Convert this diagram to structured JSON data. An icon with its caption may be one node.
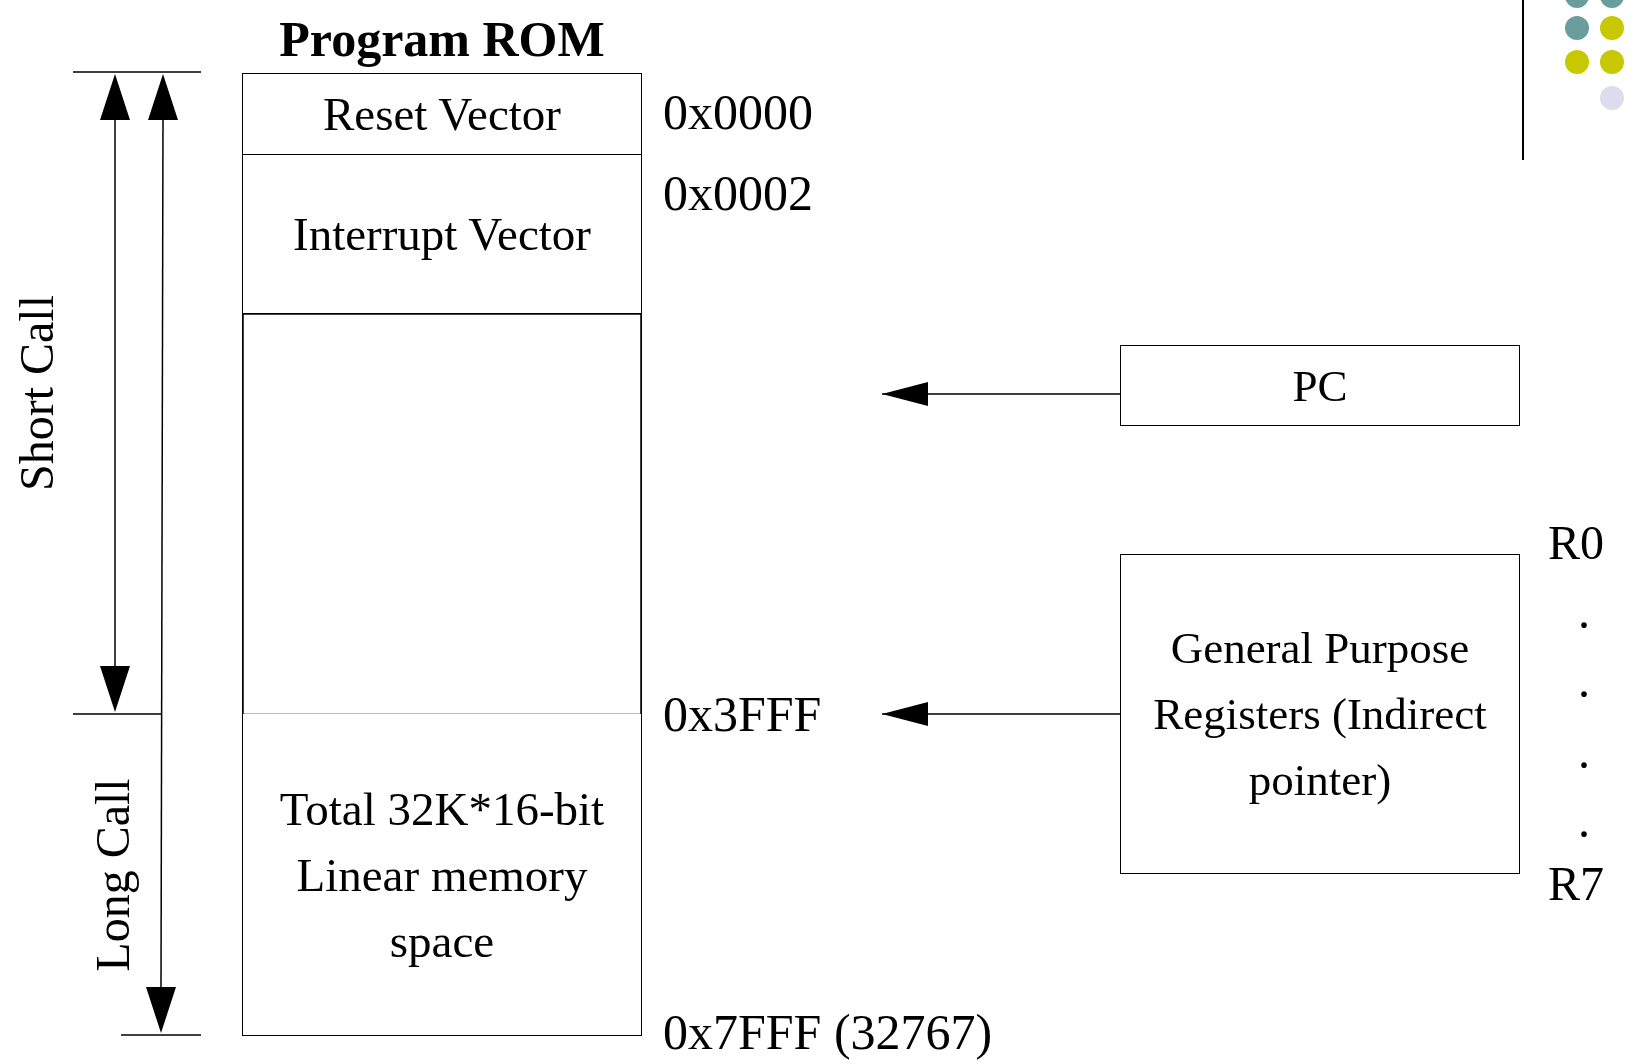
{
  "diagram": {
    "nodes": [
      {
        "text": [
          "Program ROM"
        ]
      },
      {
        "text": [
          "Reset Vector"
        ],
        "in": 0
      },
      {
        "text": [
          "Interrupt Vector"
        ],
        "in": 0
      },
      {
        "text": [],
        "shape": "box",
        "in": 0
      },
      {
        "text": [
          "Total 32K*16-bit Linear memory space"
        ],
        "in": 0
      },
      {
        "text": [
          "PC"
        ]
      },
      {
        "text": [
          "General Purpose Registers (Indirect pointer)"
        ]
      }
    ],
    "edges": [
      {
        "from": 5,
        "to": null,
        "arrow": "to"
      },
      {
        "from": 6,
        "to": null,
        "arrow": "to"
      }
    ],
    "labels": [
      "0x0000",
      "0x0002",
      "0x3FFF",
      "0x7FFF (32767)",
      "Short Call",
      "Long Call",
      "R0",
      ".",
      ".",
      ".",
      ".",
      "R7"
    ]
  }
}
